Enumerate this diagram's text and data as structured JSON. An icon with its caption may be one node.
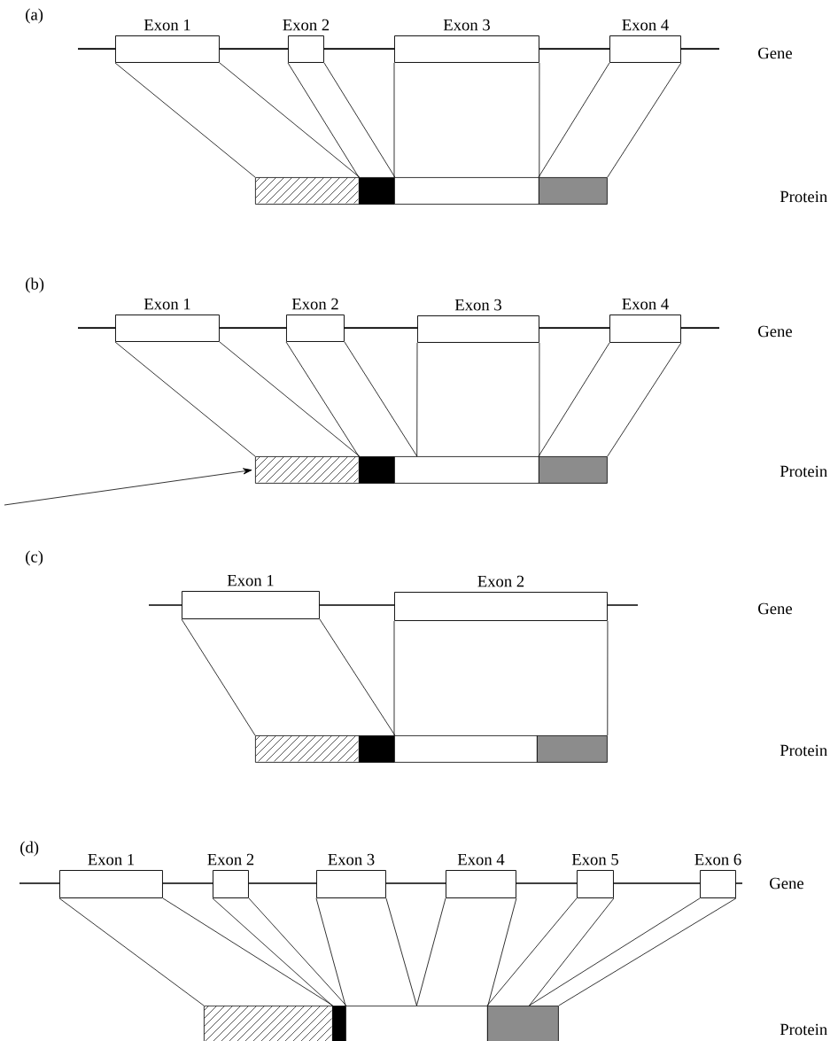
{
  "diagram": {
    "nodes": [
      {
        "text": [
          "Exon 1"
        ]
      },
      {
        "text": [
          "Exon 2"
        ]
      },
      {
        "text": [
          "Exon 3"
        ]
      },
      {
        "text": [
          "Exon 4"
        ]
      },
      {
        "text": [],
        "shape": "box"
      },
      {
        "text": [],
        "shape": "box"
      },
      {
        "text": [],
        "shape": "box"
      },
      {
        "text": [],
        "shape": "box"
      },
      {
        "text": [
          "Exon 1"
        ]
      },
      {
        "text": [
          "Exon 2"
        ]
      },
      {
        "text": [
          "Exon 3"
        ]
      },
      {
        "text": [
          "Exon 4"
        ]
      },
      {
        "text": [],
        "shape": "box"
      },
      {
        "text": [],
        "shape": "box"
      },
      {
        "text": [],
        "shape": "box"
      },
      {
        "text": [],
        "shape": "box"
      },
      {
        "text": [
          "Exon 1"
        ]
      },
      {
        "text": [
          "Exon 2"
        ]
      },
      {
        "text": [],
        "shape": "box"
      },
      {
        "text": [],
        "shape": "box"
      },
      {
        "text": [],
        "shape": "box"
      },
      {
        "text": [],
        "shape": "box"
      },
      {
        "text": [
          "Exon 1"
        ]
      },
      {
        "text": [
          "Exon 2"
        ]
      },
      {
        "text": [
          "Exon 3"
        ]
      },
      {
        "text": [
          "Exon 4"
        ]
      },
      {
        "text": [
          "Exon 5"
        ]
      },
      {
        "text": [
          "Exon 6"
        ]
      },
      {
        "text": [],
        "shape": "box"
      },
      {
        "text": [],
        "shape": "box"
      },
      {
        "text": [],
        "shape": "box"
      },
      {
        "text": [],
        "shape": "box"
      }
    ],
    "edges": [
      {
        "from": 0,
        "to": 4,
        "arrow": "none"
      },
      {
        "from": 0,
        "to": 4,
        "arrow": "none"
      },
      {
        "from": 1,
        "to": 5,
        "arrow": "none"
      },
      {
        "from": 1,
        "to": 5,
        "arrow": "none"
      },
      {
        "from": 2,
        "to": 6,
        "arrow": "none"
      },
      {
        "from": 2,
        "to": 6,
        "arrow": "none"
      },
      {
        "from": 3,
        "to": 7,
        "arrow": "none"
      },
      {
        "from": 3,
        "to": 7,
        "arrow": "none"
      },
      {
        "from": 8,
        "to": 12,
        "arrow": "none"
      },
      {
        "from": 8,
        "to": 12,
        "arrow": "none"
      },
      {
        "from": 9,
        "to": 13,
        "arrow": "none"
      },
      {
        "from": 9,
        "to": 14,
        "arrow": "none"
      },
      {
        "from": 10,
        "to": 14,
        "arrow": "none"
      },
      {
        "from": 10,
        "to": 14,
        "arrow": "none"
      },
      {
        "from": 11,
        "to": 15,
        "arrow": "none"
      },
      {
        "from": 11,
        "to": 15,
        "arrow": "none"
      },
      {
        "from": null,
        "to": 12,
        "arrow": "to"
      },
      {
        "from": 16,
        "to": 18,
        "arrow": "none"
      },
      {
        "from": 16,
        "to": 19,
        "arrow": "none"
      },
      {
        "from": 17,
        "to": 20,
        "arrow": "none"
      },
      {
        "from": 17,
        "to": 21,
        "arrow": "none"
      },
      {
        "from": 22,
        "to": 28,
        "arrow": "none"
      },
      {
        "from": 22,
        "to": 28,
        "arrow": "none"
      },
      {
        "from": 23,
        "to": 29,
        "arrow": "none"
      },
      {
        "from": 23,
        "to": 29,
        "arrow": "none"
      },
      {
        "from": 24,
        "to": 30,
        "arrow": "none"
      },
      {
        "from": 24,
        "to": 30,
        "arrow": "none"
      },
      {
        "from": 25,
        "to": 30,
        "arrow": "none"
      },
      {
        "from": 25,
        "to": 30,
        "arrow": "none"
      },
      {
        "from": 26,
        "to": 31,
        "arrow": "none"
      },
      {
        "from": 26,
        "to": 31,
        "arrow": "none"
      },
      {
        "from": 27,
        "to": 31,
        "arrow": "none"
      },
      {
        "from": 27,
        "to": 31,
        "arrow": "none"
      }
    ],
    "labels": [
      "(a)",
      "Gene",
      "Protein",
      "(b)",
      "Gene",
      "Protein",
      "(c)",
      "Gene",
      "Protein",
      "(d)",
      "Gene",
      "Protein"
    ]
  }
}
